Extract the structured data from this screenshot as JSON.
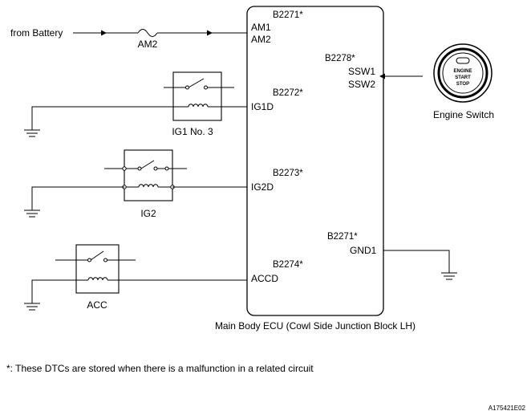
{
  "source_label": "from Battery",
  "fuse_label": "AM2",
  "ecu": {
    "caption": "Main Body ECU (Cowl Side Junction Block LH)",
    "codes": {
      "am": "B2271*",
      "ig1": "B2272*",
      "ig2": "B2273*",
      "acc": "B2274*",
      "ssw": "B2278*",
      "gnd": "B2271*"
    },
    "pins": {
      "am1": "AM1",
      "am2": "AM2",
      "ig1d": "IG1D",
      "ig2d": "IG2D",
      "accd": "ACCD",
      "ssw1": "SSW1",
      "ssw2": "SSW2",
      "gnd1": "GND1"
    }
  },
  "relays": {
    "ig1": "IG1 No. 3",
    "ig2": "IG2",
    "acc": "ACC"
  },
  "engine_switch": {
    "label": "Engine Switch",
    "button_lines": [
      "ENGINE",
      "START",
      "STOP"
    ]
  },
  "footnote": "*: These DTCs are stored when there is a malfunction in a related circuit",
  "figure_id": "A175421E02"
}
